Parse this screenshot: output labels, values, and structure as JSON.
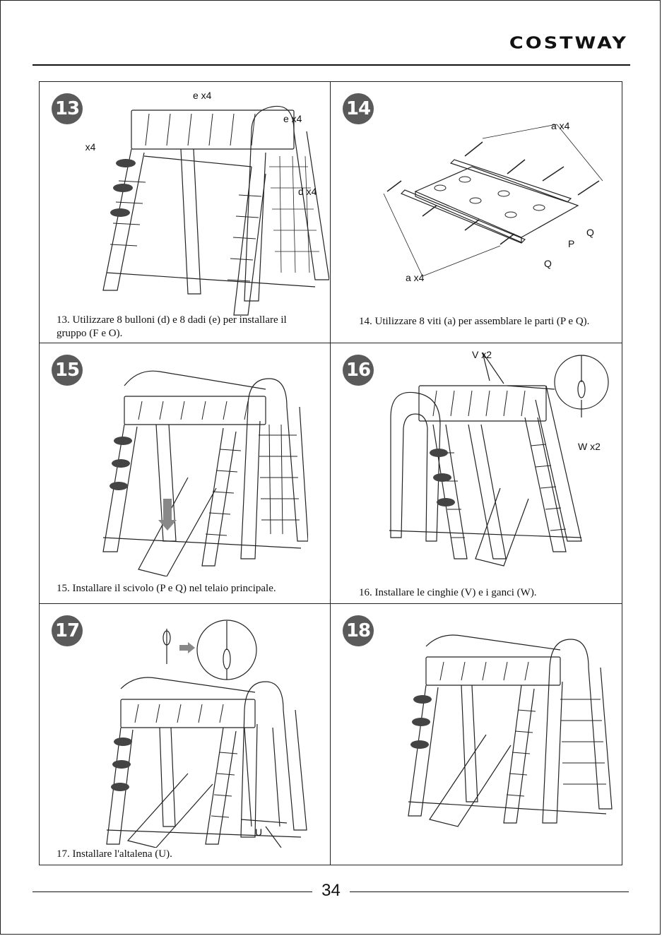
{
  "brand": {
    "logo_text": "COSTWAY"
  },
  "steps": [
    {
      "number": "13",
      "caption": "13. Utilizzare 8 bulloni (d) e 8 dadi (e) per installare il gruppo (F e O).",
      "labels": {
        "e_top": "e  x4",
        "e_right": "e  x4",
        "d_left": "d  x4",
        "d_right": "d  x4"
      }
    },
    {
      "number": "14",
      "caption": "14. Utilizzare 8 viti (a) per assemblare le parti (P e Q).",
      "labels": {
        "a_top": "a  x4",
        "a_bottom": "a  x4",
        "q_upper": "Q",
        "p": "P",
        "q_lower": "Q"
      }
    },
    {
      "number": "15",
      "caption": "15. Installare il scivolo (P e Q) nel telaio principale."
    },
    {
      "number": "16",
      "caption": "16. Installare le cinghie (V) e i ganci (W).",
      "labels": {
        "v": "V  x2",
        "w": "W  x2"
      }
    },
    {
      "number": "17",
      "caption": "17. Installare l'altalena (U).",
      "labels": {
        "u": "U"
      }
    },
    {
      "number": "18",
      "caption": ""
    }
  ],
  "footer": {
    "page_number": "34"
  }
}
